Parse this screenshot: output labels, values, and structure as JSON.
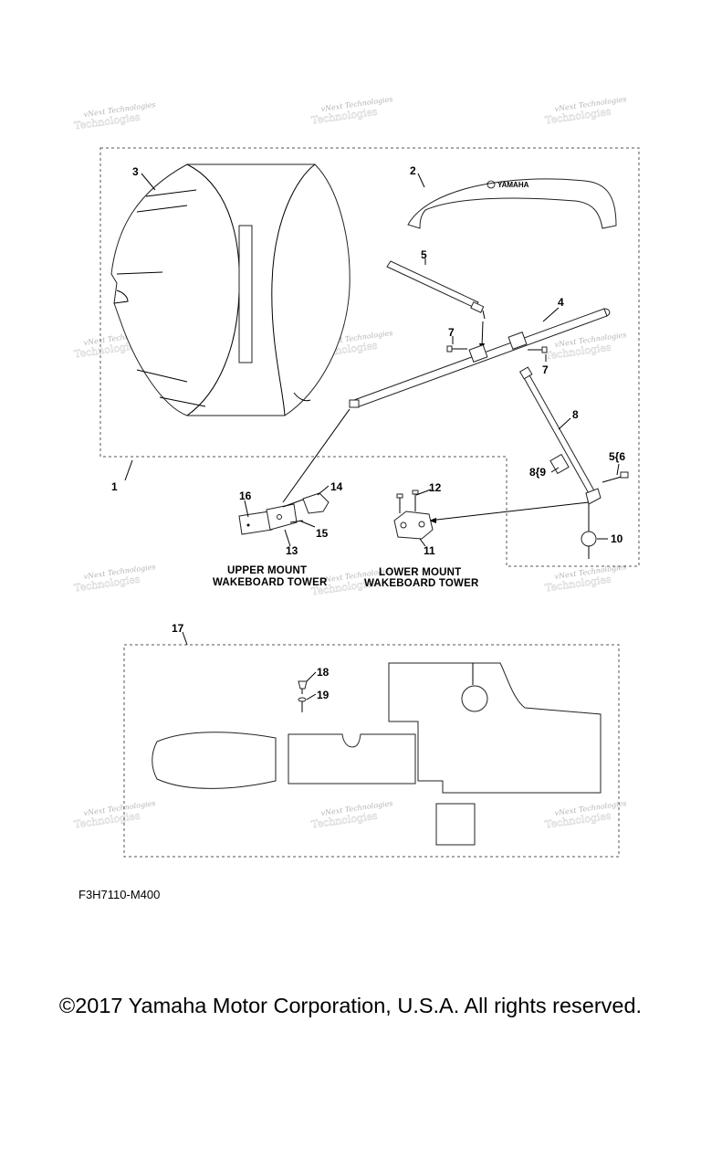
{
  "callouts": {
    "c1": "1",
    "c2": "2",
    "c3": "3",
    "c4": "4",
    "c5": "5",
    "c56": "5{6",
    "c7a": "7",
    "c7b": "7",
    "c8": "8",
    "c89": "8{9",
    "c10": "10",
    "c11": "11",
    "c12": "12",
    "c13": "13",
    "c14": "14",
    "c15": "15",
    "c16": "16",
    "c17": "17",
    "c18": "18",
    "c19": "19"
  },
  "captions": {
    "upper_line1": "UPPER  MOUNT",
    "upper_line2": "WAKEBOARD TOWER",
    "lower_line1": "LOWER  MOUNT",
    "lower_line2": "WAKEBOARD TOWER"
  },
  "logo_text": "YAMAHA",
  "watermark": {
    "line1": "vNext Technologies",
    "line2": "Technologies"
  },
  "figure_code": "F3H7110-M400",
  "copyright": "©2017 Yamaha Motor Corporation, U.S.A. All rights reserved."
}
